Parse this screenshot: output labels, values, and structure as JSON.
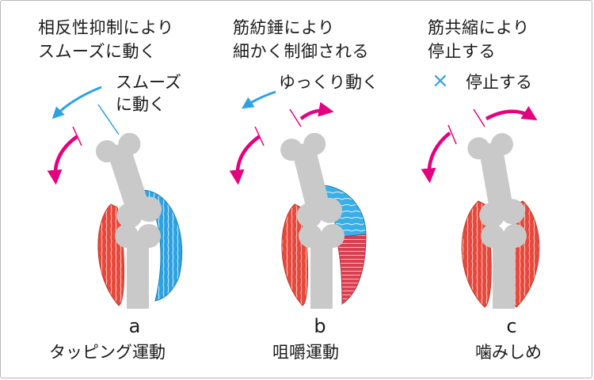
{
  "panels": [
    {
      "heading": [
        "相反性抑制により",
        "スムーズに動く"
      ],
      "annotation": [
        "スムーズ",
        "に動く"
      ],
      "letter": "a",
      "caption": "タッピング運動"
    },
    {
      "heading": [
        "筋紡錘により",
        "細かく制御される"
      ],
      "annotation": [
        "ゆっくり動く"
      ],
      "letter": "b",
      "caption": "咀嚼運動"
    },
    {
      "heading": [
        "筋共縮により",
        "停止する"
      ],
      "annotation": [
        "停止する"
      ],
      "annotation_mark": "×",
      "letter": "c",
      "caption": "噛みしめ"
    }
  ],
  "colors": {
    "muscle_red": "#e8483c",
    "muscle_blue": "#2ea2e0",
    "arrow_magenta": "#e5007f",
    "bone_gray": "#c9c9c9",
    "text": "#1a1a1a"
  }
}
